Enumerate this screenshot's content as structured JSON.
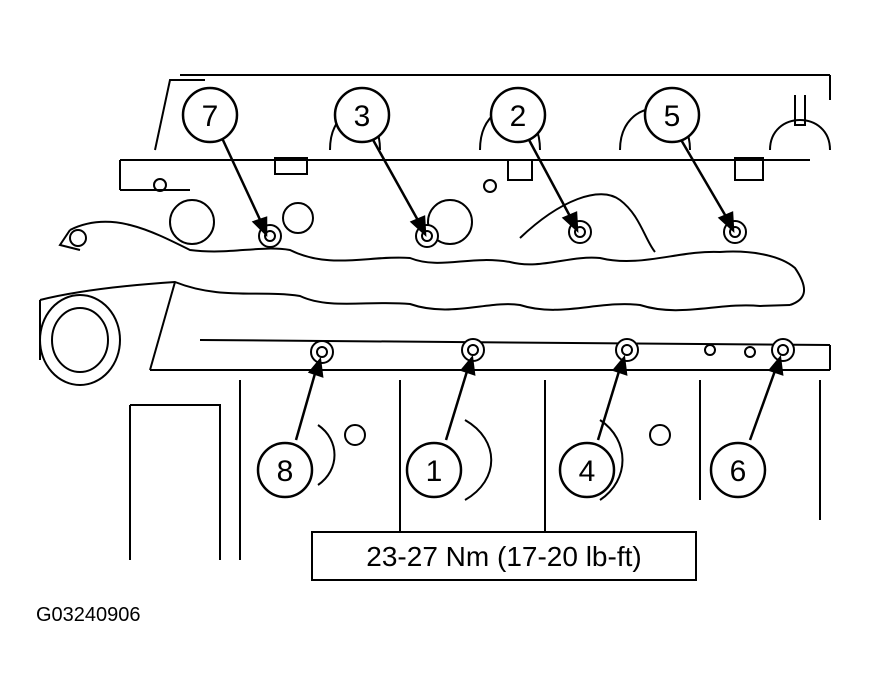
{
  "callouts": [
    {
      "number": "7"
    },
    {
      "number": "3"
    },
    {
      "number": "2"
    },
    {
      "number": "5"
    },
    {
      "number": "8"
    },
    {
      "number": "1"
    },
    {
      "number": "4"
    },
    {
      "number": "6"
    }
  ],
  "torque_spec": "23-27 Nm (17-20 lb-ft)",
  "figure_id": "G03240906",
  "colors": {
    "line": "#000000",
    "background": "#ffffff",
    "gray": "#c8c8c8"
  }
}
